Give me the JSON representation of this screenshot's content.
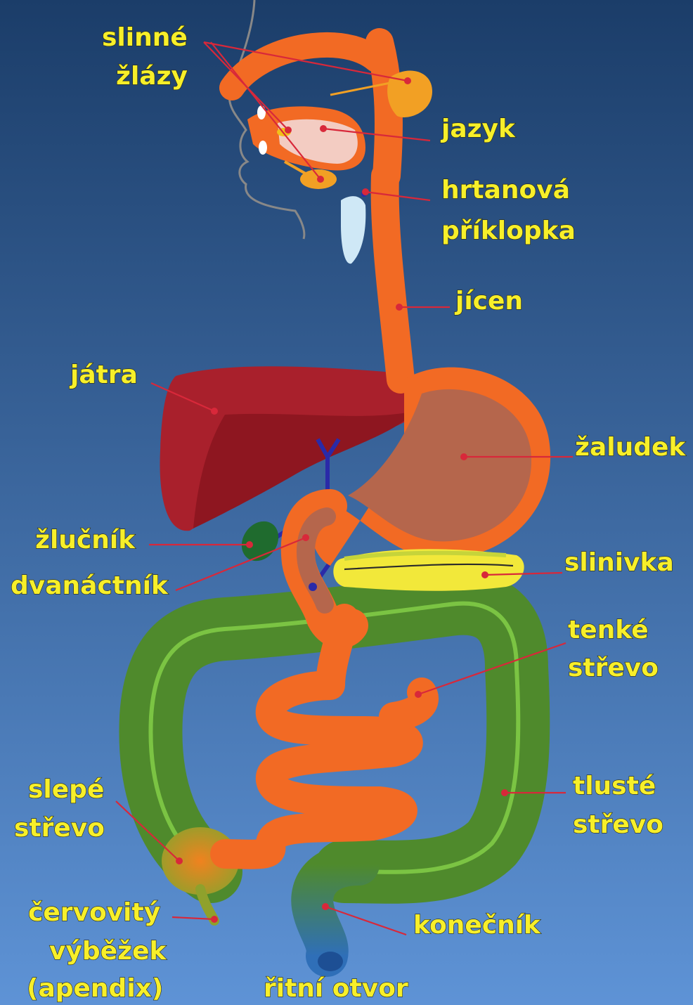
{
  "colors": {
    "bg_top": "#1b3d69",
    "bg_bottom": "#5e93d6",
    "label": "#f7ef2a",
    "pointer": "#d8283a",
    "tract_orange": "#f26a24",
    "liver": "#a9202c",
    "stomach_inner": "#b5664c",
    "colon_green": "#4f8a2c",
    "pancreas": "#f2e83a",
    "gallbladder": "#1f6b2e",
    "rectum_blue": "#2f6fb8"
  },
  "labels": {
    "salivary_1": "slinné",
    "salivary_2": "žlázy",
    "tongue": "jazyk",
    "epiglottis_1": "hrtanová",
    "epiglottis_2": "příklopka",
    "esophagus": "jícen",
    "liver": "játra",
    "stomach": "žaludek",
    "gallbladder": "žlučník",
    "duodenum": "dvanáctník",
    "pancreas": "slinivka",
    "small_int_1": "tenké",
    "small_int_2": "střevo",
    "cecum_1": "slepé",
    "cecum_2": "střevo",
    "large_int_1": "tlusté",
    "large_int_2": "střevo",
    "appendix_1": "červovitý",
    "appendix_2": "výběžek",
    "appendix_3": "(apendix)",
    "rectum": "konečník",
    "anus": "řitní otvor"
  }
}
